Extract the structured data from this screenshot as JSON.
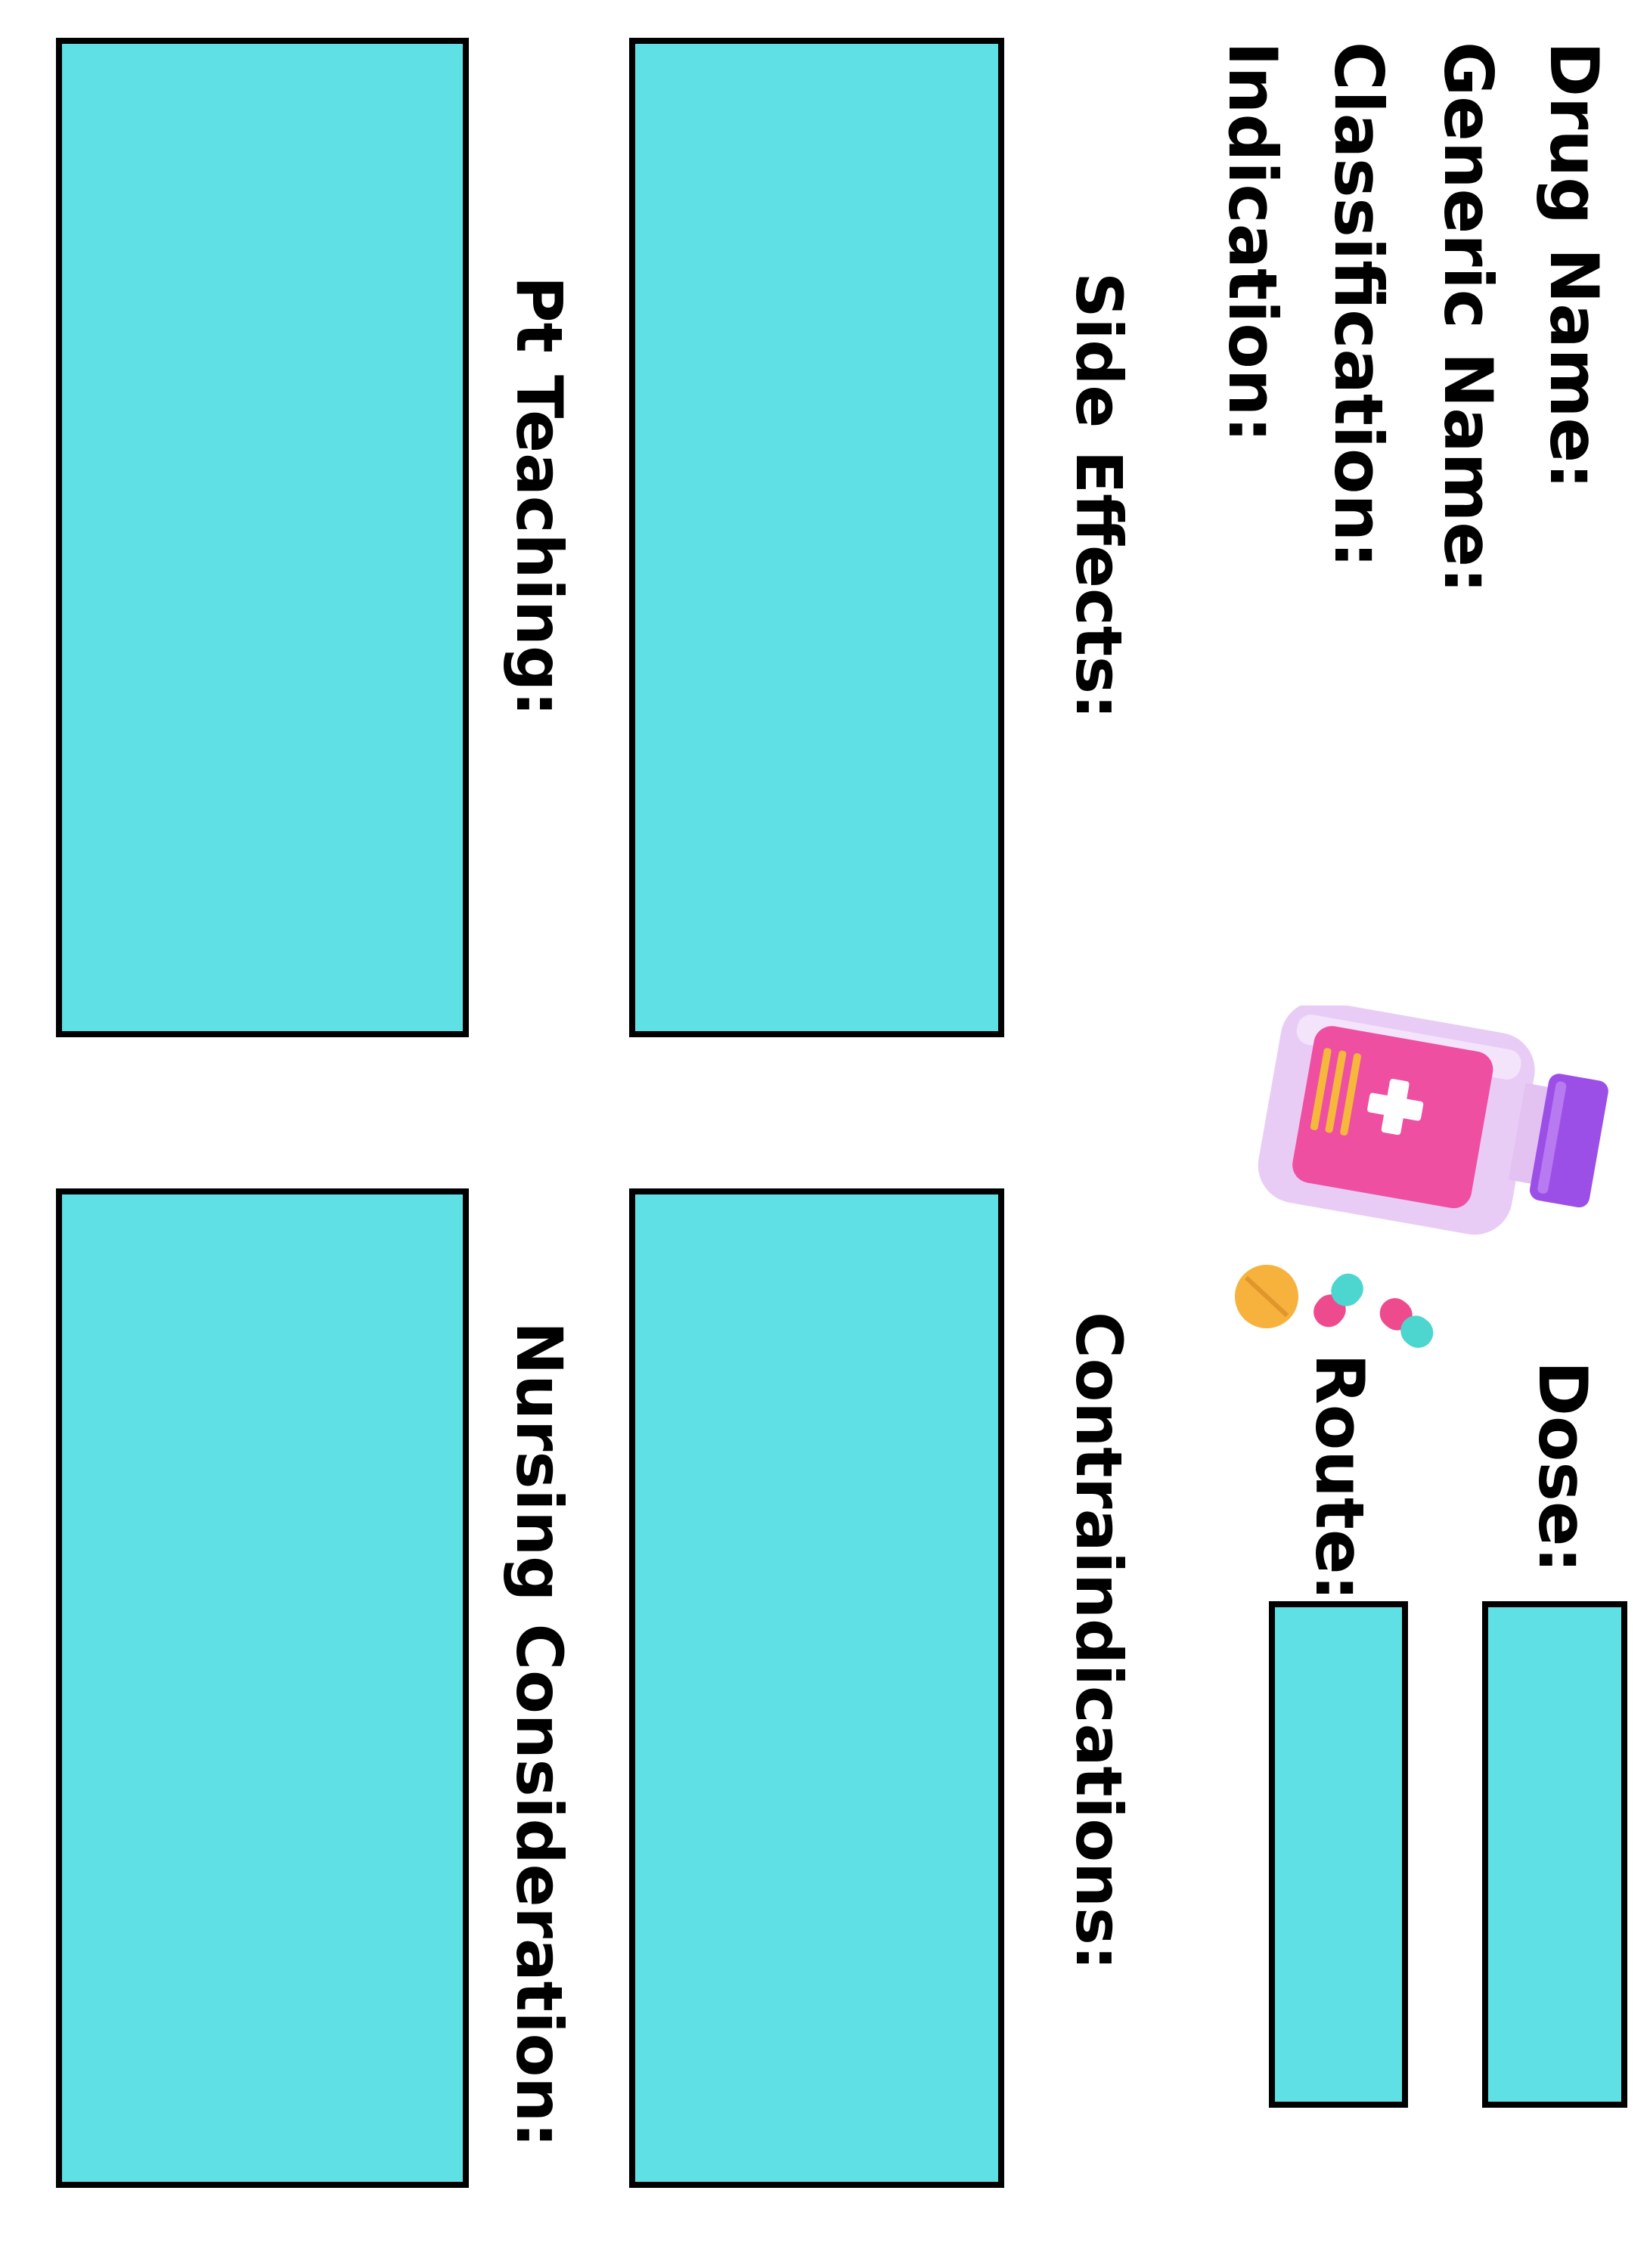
{
  "colors": {
    "box_fill": "#5ee0e4",
    "box_border": "#000000",
    "text": "#000000"
  },
  "header": {
    "drug_name": "Drug Name:",
    "generic_name": "Generic Name:",
    "classification": "Classification:",
    "indication": "Indication:",
    "dose": "Dose:",
    "route": "Route:"
  },
  "sections": {
    "side_effects": "Side Effects:",
    "contraindications": "Contraindications:",
    "pt_teaching": "Pt Teaching:",
    "nursing_consideration": "Nursing Consideration:"
  },
  "illustration": {
    "icon": "pill-bottle-icon"
  }
}
